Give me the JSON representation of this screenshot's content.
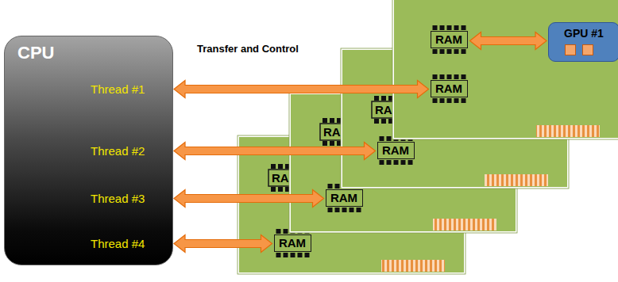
{
  "diagram": {
    "nodes": [
      {
        "text": [
          "CPU"
        ]
      },
      {
        "text": [
          "Thread #1"
        ],
        "in": 0
      },
      {
        "text": [
          "Thread #2"
        ],
        "in": 0
      },
      {
        "text": [
          "Thread #3"
        ],
        "in": 0
      },
      {
        "text": [
          "Thread #4"
        ],
        "in": 0
      },
      {
        "text": [
          "GPU #1"
        ]
      },
      {
        "text": [
          "RAM"
        ]
      },
      {
        "text": [
          "RAM"
        ]
      },
      {
        "text": [
          "RAM"
        ]
      },
      {
        "text": [
          "RAM"
        ]
      },
      {
        "text": [
          "RAM"
        ]
      }
    ],
    "edges": [
      {
        "from": 1,
        "to": 7,
        "arrow": "both"
      },
      {
        "from": 2,
        "to": 8,
        "arrow": "both"
      },
      {
        "from": 3,
        "to": 9,
        "arrow": "both"
      },
      {
        "from": 4,
        "to": 10,
        "arrow": "both"
      },
      {
        "from": 6,
        "to": 5,
        "arrow": "both"
      }
    ],
    "labels": [
      "Transfer and Control",
      "RA",
      "RA",
      "RA"
    ]
  }
}
